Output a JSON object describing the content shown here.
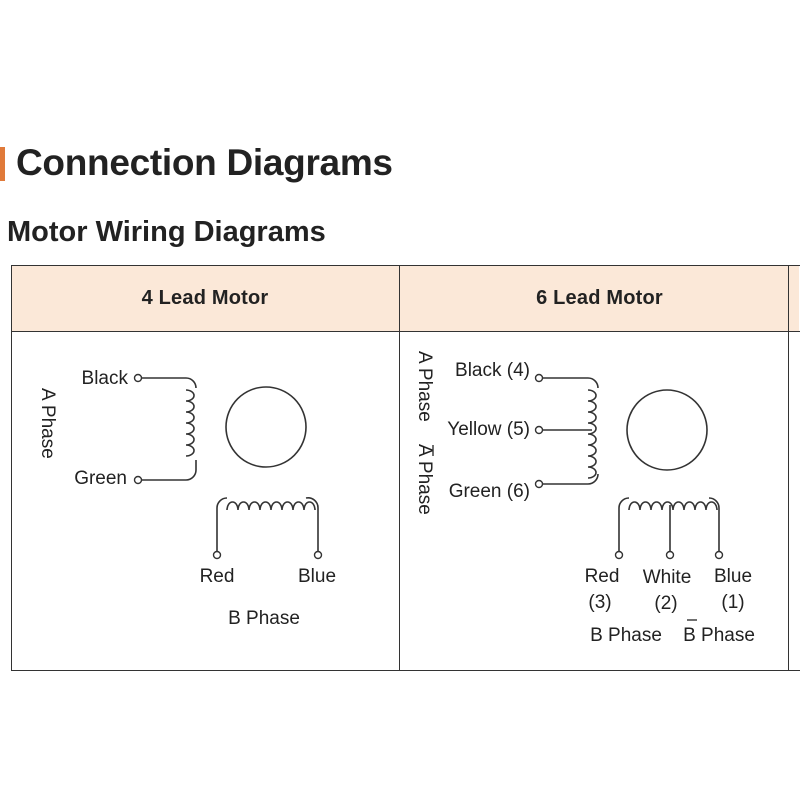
{
  "header": {
    "title": "Connection Diagrams",
    "subtitle": "Motor Wiring Diagrams"
  },
  "table": {
    "columns": [
      "4 Lead Motor",
      "6 Lead Motor",
      ""
    ]
  },
  "four_lead": {
    "phase_a": "A Phase",
    "phase_b": "B Phase",
    "wires": {
      "black": "Black",
      "green": "Green",
      "red": "Red",
      "blue": "Blue"
    }
  },
  "six_lead": {
    "phase_a": "A Phase",
    "phase_a_bar": "A Phase",
    "phase_b": "B Phase",
    "phase_b_bar": "B Phase",
    "wires": {
      "black": "Black (4)",
      "yellow": "Yellow (5)",
      "green": "Green (6)",
      "red": "Red",
      "red_num": "(3)",
      "white": "White",
      "white_num": "(2)",
      "blue": "Blue",
      "blue_num": "(1)"
    }
  },
  "colors": {
    "accent": "#e07a3a",
    "header_bg": "#fbe8d8",
    "line": "#333333"
  }
}
